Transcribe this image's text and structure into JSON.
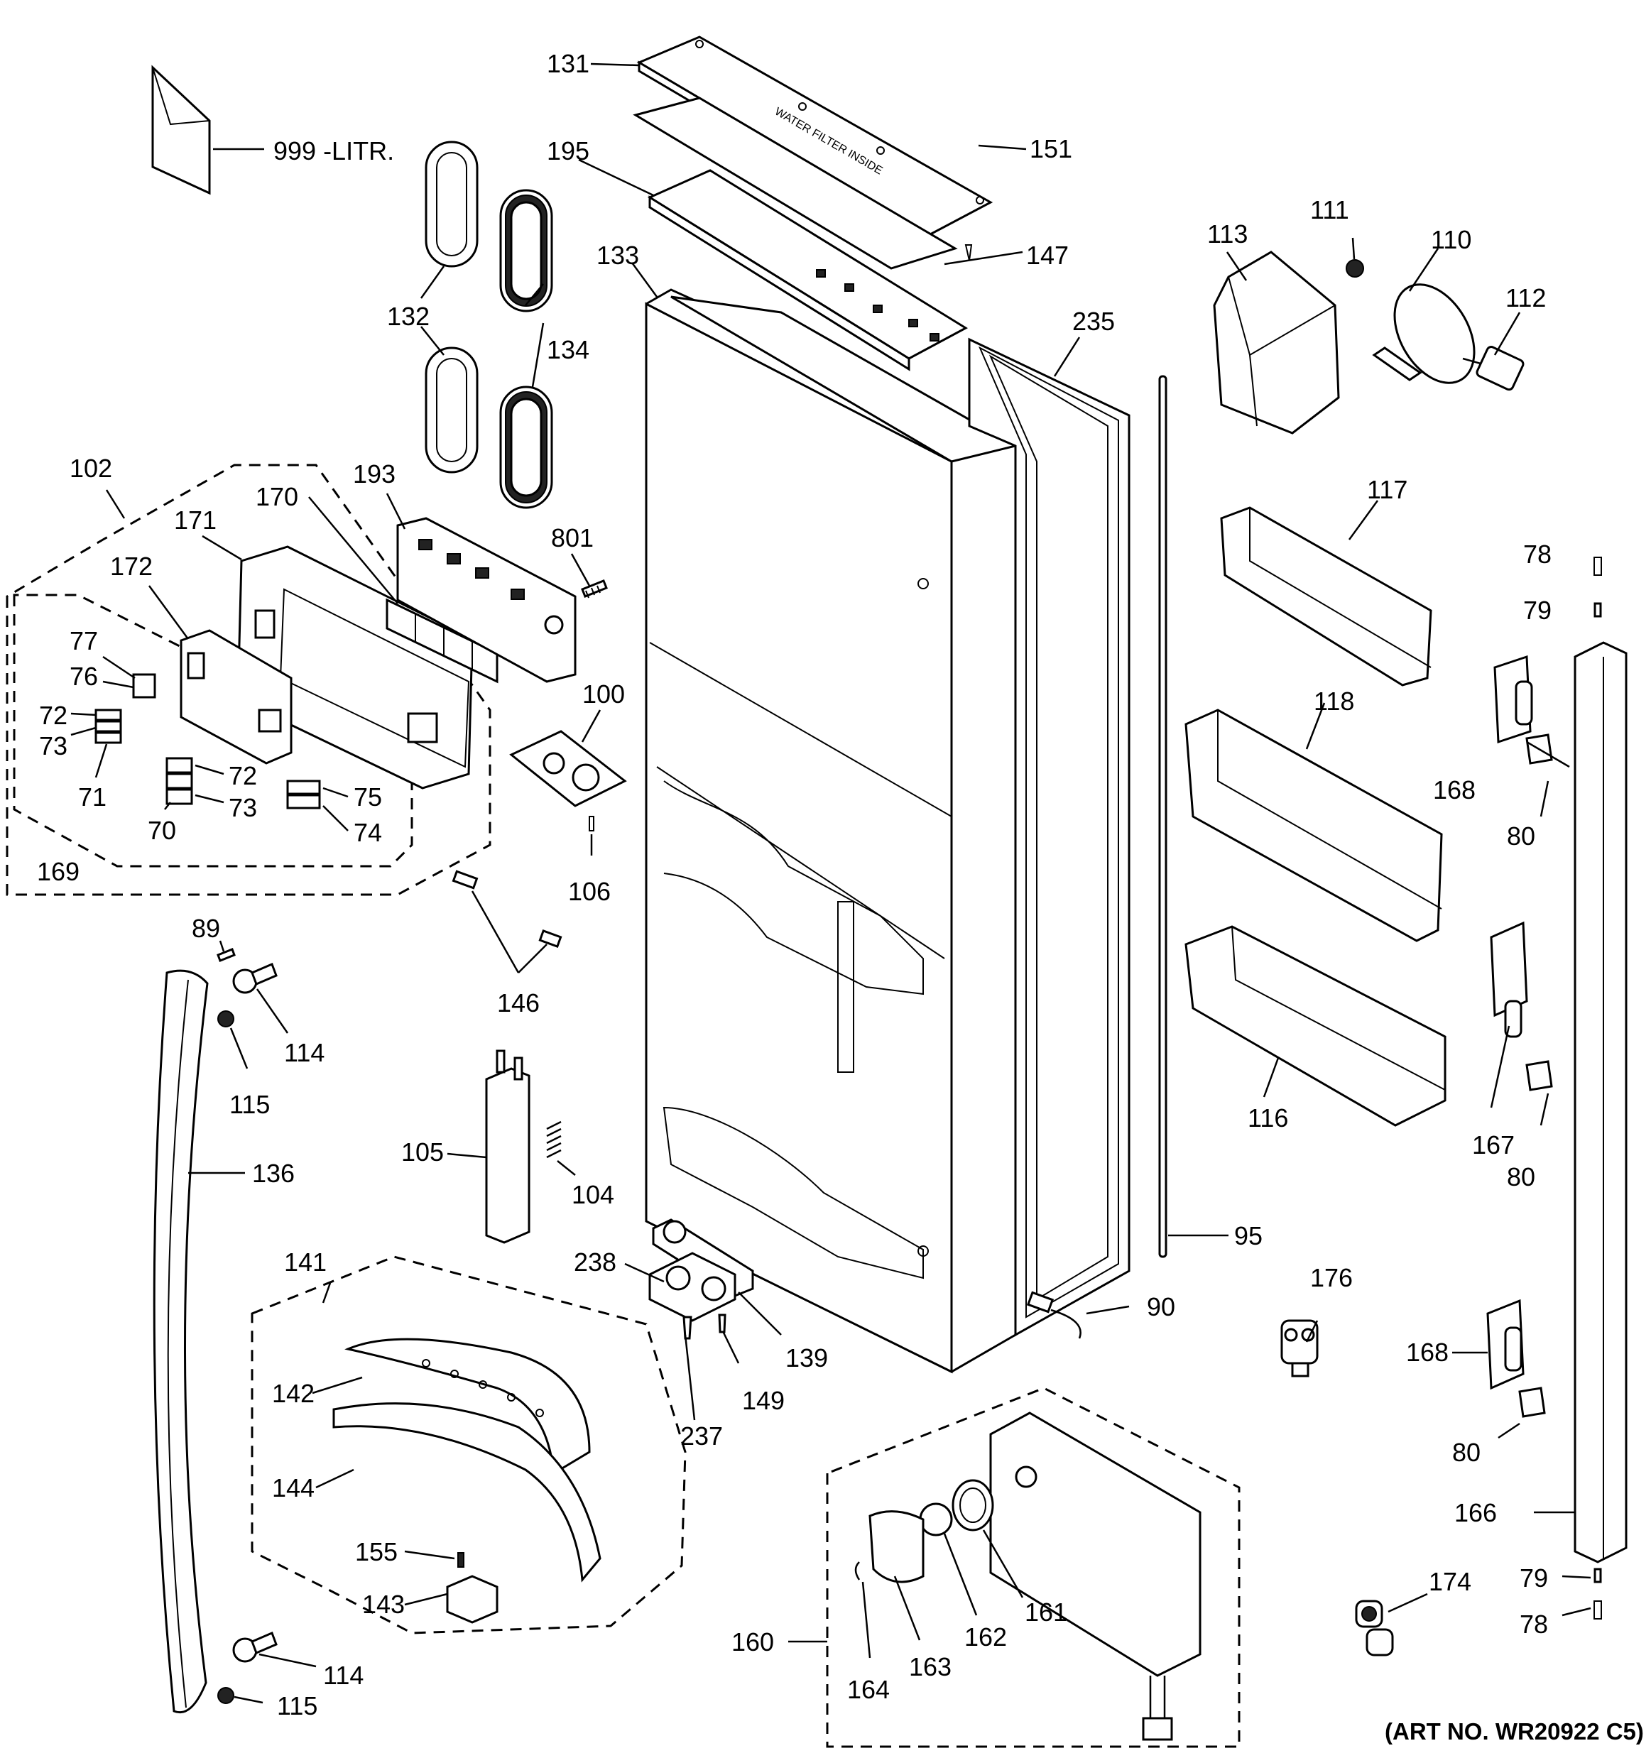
{
  "labels": {
    "l999": "999 -LITR.",
    "l131": "131",
    "l151": "151",
    "l195": "195",
    "l147": "147",
    "l133": "133",
    "l235": "235",
    "l132": "132",
    "l134": "134",
    "l113": "113",
    "l111": "111",
    "l110": "110",
    "l112": "112",
    "l102": "102",
    "l171": "171",
    "l170": "170",
    "l193": "193",
    "l801": "801",
    "l172": "172",
    "l77": "77",
    "l76": "76",
    "l72a": "72",
    "l73a": "73",
    "l71": "71",
    "l72b": "72",
    "l73b": "73",
    "l70": "70",
    "l75": "75",
    "l74": "74",
    "l169": "169",
    "l100": "100",
    "l106": "106",
    "l117": "117",
    "l118": "118",
    "l116": "116",
    "l78a": "78",
    "l79a": "79",
    "l168a": "168",
    "l80a": "80",
    "l167": "167",
    "l80b": "80",
    "l89": "89",
    "l114a": "114",
    "l115a": "115",
    "l146": "146",
    "l136": "136",
    "l105": "105",
    "l104": "104",
    "l95": "95",
    "l141": "141",
    "l238": "238",
    "l139": "139",
    "l90": "90",
    "l176": "176",
    "l168b": "168",
    "l80c": "80",
    "l166": "166",
    "l142": "142",
    "l237": "237",
    "l149": "149",
    "l144": "144",
    "l155": "155",
    "l143": "143",
    "l161": "161",
    "l162": "162",
    "l163": "163",
    "l164": "164",
    "l160": "160",
    "l114b": "114",
    "l115b": "115",
    "l79b": "79",
    "l78b": "78",
    "l174": "174"
  },
  "art_number": "(ART NO. WR20922 C5)",
  "cover_text": "WATER FILTER INSIDE"
}
